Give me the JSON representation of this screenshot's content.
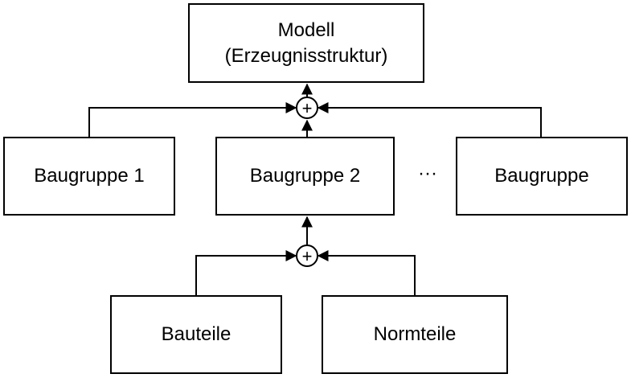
{
  "diagram": {
    "model": {
      "line1": "Modell",
      "line2": "(Erzeugnisstruktur)"
    },
    "assemblies": {
      "first": "Baugruppe 1",
      "second": "Baugruppe 2",
      "ellipsis": "···",
      "last": "Baugruppe"
    },
    "parts": {
      "components": "Bauteile",
      "standard": "Normteile"
    },
    "junction_symbol": "+",
    "colors": {
      "stroke": "#000000",
      "fill": "#ffffff"
    }
  }
}
